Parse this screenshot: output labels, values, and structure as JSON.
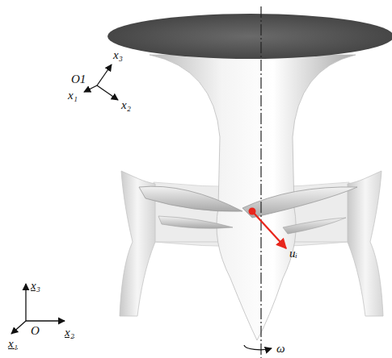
{
  "diagram": {
    "labels": [
      "x₃",
      "O1",
      "x₁",
      "x₂",
      "uᵢ",
      "x₃",
      "O",
      "x₁",
      "x₂",
      "ω"
    ]
  }
}
